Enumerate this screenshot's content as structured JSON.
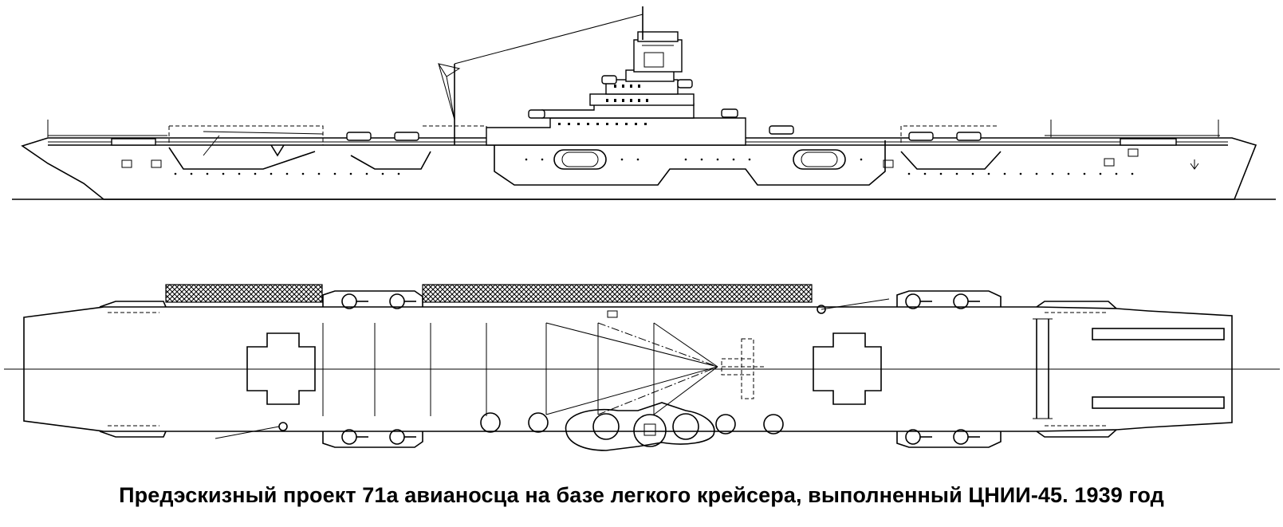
{
  "caption": "Предэскизный проект 71а авианосца на базе легкого крейсера, выполненный ЦНИИ-45. 1939 год",
  "colors": {
    "ink": "#000000",
    "paper": "#ffffff"
  },
  "views": [
    {
      "id": "side-elevation"
    },
    {
      "id": "plan-view"
    }
  ]
}
